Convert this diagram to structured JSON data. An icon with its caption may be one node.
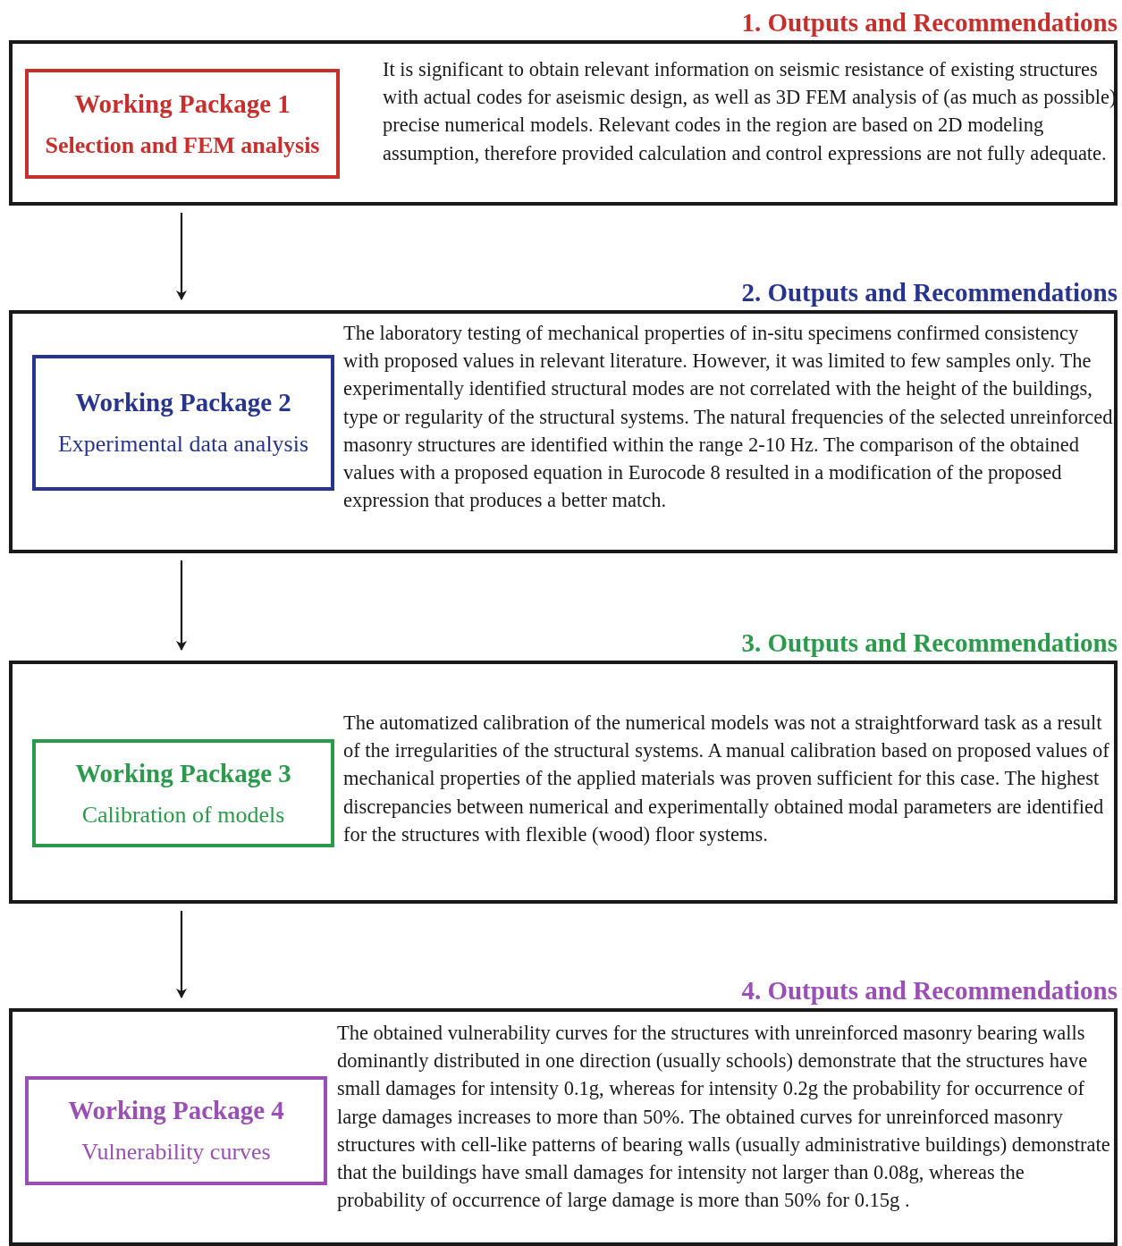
{
  "diagram": {
    "nodes": [
      {
        "text": [
          "1. Outputs and Recommendations",
          "It is significant to obtain relevant information on seismic resistance of existing structures with actual codes for aseismic design, as well as 3D FEM analysis of (as much as possible) precise numerical models. Relevant codes in the region are based on 2D modeling assumption, therefore provided calculation and control expressions are not fully adequate."
        ]
      },
      {
        "text": [
          "Working Package 1",
          "Selection and FEM analysis"
        ],
        "in": 0
      },
      {
        "text": [
          "2. Outputs and Recommendations",
          "The laboratory testing of mechanical properties of in-situ specimens confirmed consistency with proposed values in relevant literature. However, it was limited to few samples only. The experimentally identified structural modes are not correlated with the height of the buildings, type or regularity of the structural systems. The natural frequencies of the selected unreinforced masonry structures are identified within the range 2-10 Hz. The comparison of the obtained values with a proposed equation in Eurocode 8 resulted in a modification of the proposed expression that produces a better match."
        ]
      },
      {
        "text": [
          "Working Package 2",
          "Experimental data analysis"
        ],
        "in": 2
      },
      {
        "text": [
          "3. Outputs and Recommendations",
          "The automatized calibration of the numerical models was not a straightforward task as a result of the irregularities of the structural systems. A manual calibration based on proposed values of mechanical properties of the applied materials was proven sufficient for this case. The highest discrepancies between numerical and experimentally obtained modal parameters are identified for the structures with flexible (wood) floor systems."
        ]
      },
      {
        "text": [
          "Working Package 3",
          "Calibration of models"
        ],
        "in": 4
      },
      {
        "text": [
          "4. Outputs and Recommendations",
          "The obtained vulnerability curves for the structures with unreinforced masonry bearing walls dominantly distributed in one direction (usually schools) demonstrate that the structures have small damages for intensity 0.1g, whereas for intensity 0.2g the probability for occurrence of large damages increases to more than 50%. The obtained curves for unreinforced masonry structures with cell-like patterns of bearing walls (usually administrative buildings) demonstrate that the buildings have small damages for intensity not larger than 0.08g, whereas the probability of occurrence of large damage is more than 50% for 0.15g ."
        ]
      },
      {
        "text": [
          "Working Package 4",
          "Vulnerability curves"
        ],
        "in": 6
      }
    ],
    "edges": [
      {
        "from": 0,
        "to": 2,
        "arrow": "to"
      },
      {
        "from": 2,
        "to": 4,
        "arrow": "to"
      },
      {
        "from": 4,
        "to": 6,
        "arrow": "to"
      }
    ]
  }
}
